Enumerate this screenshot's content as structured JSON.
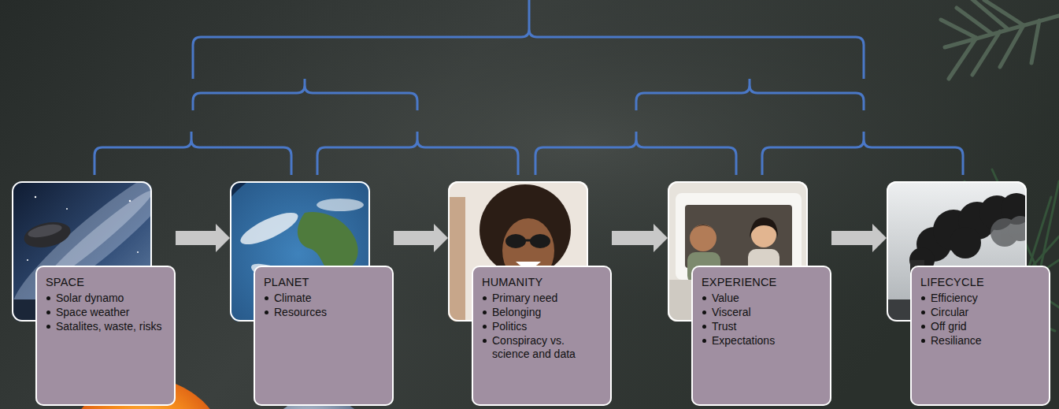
{
  "diagram": {
    "nodes": [
      {
        "text": [
          "SPACE",
          "Solar dynamo",
          "Space weather",
          "Satalites, waste, risks"
        ]
      },
      {
        "text": [
          "PLANET",
          "Climate",
          "Resources"
        ]
      },
      {
        "text": [
          "HUMANITY",
          "Primary need",
          "Belonging",
          "Politics",
          "Conspiracy vs. science and data"
        ]
      },
      {
        "text": [
          "EXPERIENCE",
          "Value",
          "Visceral",
          "Trust",
          "Expectations"
        ]
      },
      {
        "text": [
          "LIFECYCLE",
          "Efficiency",
          "Circular",
          "Off grid",
          "Resiliance"
        ]
      }
    ],
    "edges": [
      {
        "from": 0,
        "to": 1,
        "arrow": "to"
      },
      {
        "from": 1,
        "to": 2,
        "arrow": "to"
      },
      {
        "from": 2,
        "to": 3,
        "arrow": "to"
      },
      {
        "from": 3,
        "to": 4,
        "arrow": "to"
      }
    ]
  }
}
